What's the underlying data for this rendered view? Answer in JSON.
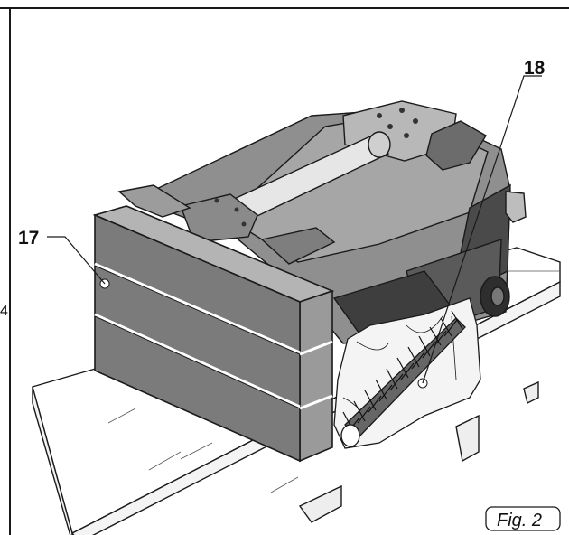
{
  "figure": {
    "caption": "Fig. 2",
    "callouts": [
      {
        "id": "17",
        "label": "17"
      },
      {
        "id": "18",
        "label": "18"
      }
    ],
    "edge_mark": "4"
  },
  "colors": {
    "line": "#1a1a1a",
    "box_front": "#7b7b7b",
    "box_side": "#9a9a9a",
    "box_top": "#b4b4b4",
    "machine_body": "#8f8f8f",
    "machine_light": "#b8b8b8",
    "machine_dark": "#4a4a4a",
    "pallet": "#ffffff"
  }
}
